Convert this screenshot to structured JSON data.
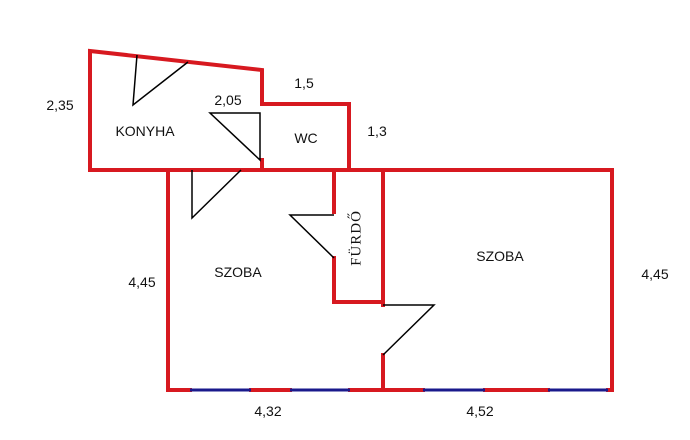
{
  "colors": {
    "wall": "#d71920",
    "window": "#1a1a8c",
    "door": "#000000"
  },
  "rooms": {
    "kitchen": "KONYHA",
    "wc": "WC",
    "bathroom": "FÜRDŐ",
    "room_left": "SZOBA",
    "room_right": "SZOBA"
  },
  "dimensions": {
    "kitchen_height": "2,35",
    "kitchen_inner": "2,05",
    "wc_width": "1,5",
    "wc_height": "1,3",
    "left_room_height": "4,45",
    "right_room_height": "4,45",
    "left_room_width": "4,32",
    "right_room_width": "4,52"
  }
}
